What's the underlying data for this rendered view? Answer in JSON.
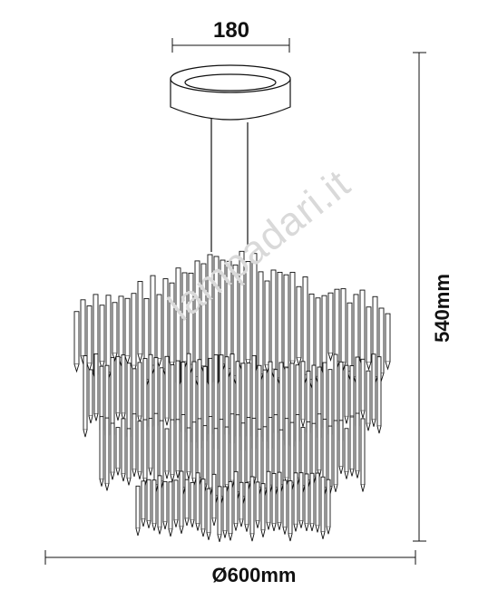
{
  "dimensions": {
    "top_width": "180",
    "height": "540mm",
    "diameter": "Ø600mm"
  },
  "watermark": "lampadari.it",
  "colors": {
    "line": "#111111",
    "watermark": "#d9d9d9"
  }
}
